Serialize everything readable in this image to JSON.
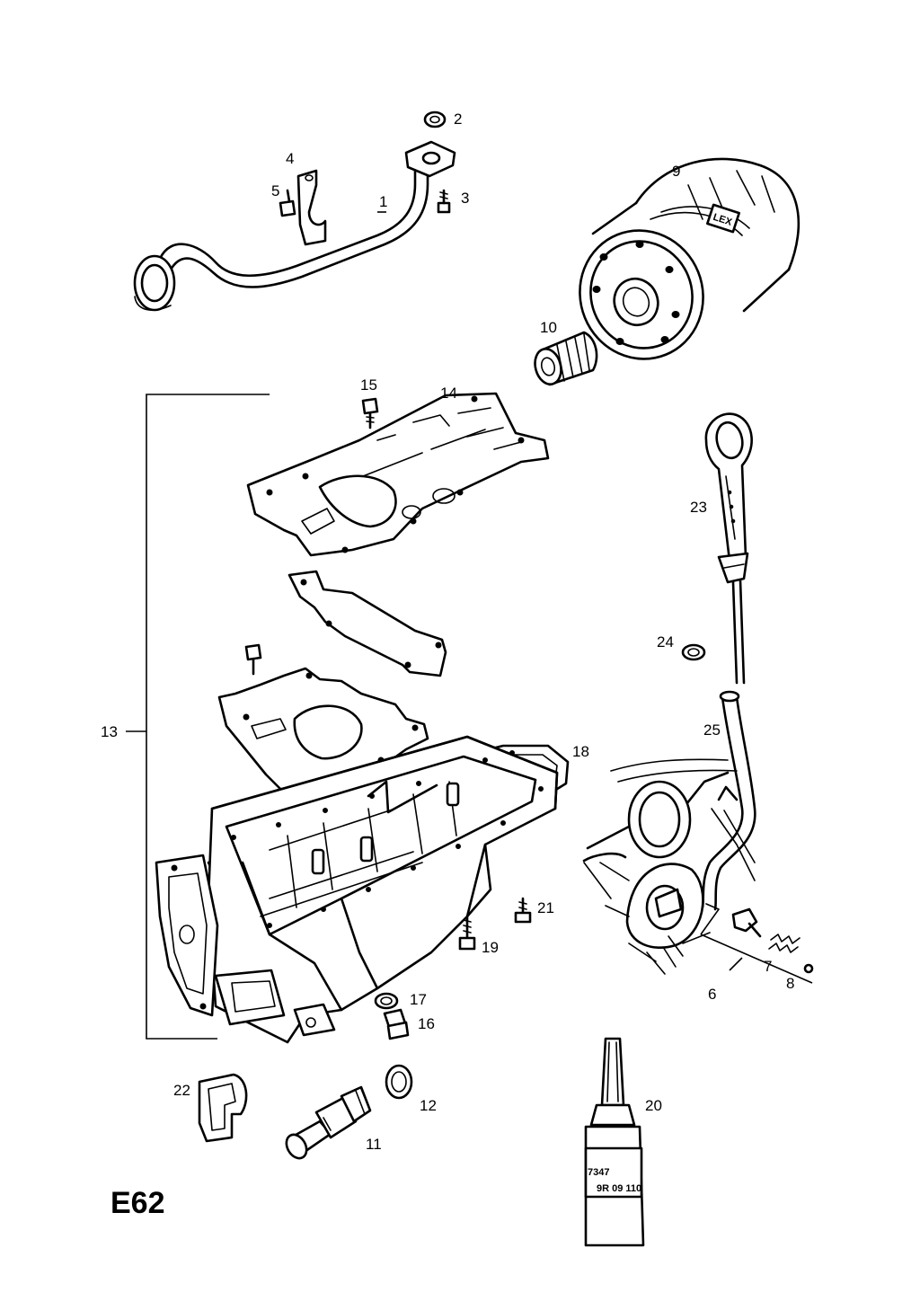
{
  "diagram_code": "E62",
  "callouts": [
    {
      "id": "1",
      "label": "1"
    },
    {
      "id": "2",
      "label": "2"
    },
    {
      "id": "3",
      "label": "3"
    },
    {
      "id": "4",
      "label": "4"
    },
    {
      "id": "5",
      "label": "5"
    },
    {
      "id": "6",
      "label": "6"
    },
    {
      "id": "7",
      "label": "7"
    },
    {
      "id": "8",
      "label": "8"
    },
    {
      "id": "9",
      "label": "9"
    },
    {
      "id": "10",
      "label": "10"
    },
    {
      "id": "11",
      "label": "11"
    },
    {
      "id": "12",
      "label": "12"
    },
    {
      "id": "13",
      "label": "13"
    },
    {
      "id": "14",
      "label": "14"
    },
    {
      "id": "15",
      "label": "15"
    },
    {
      "id": "16",
      "label": "16"
    },
    {
      "id": "17",
      "label": "17"
    },
    {
      "id": "18",
      "label": "18"
    },
    {
      "id": "19",
      "label": "19"
    },
    {
      "id": "20",
      "label": "20"
    },
    {
      "id": "21",
      "label": "21"
    },
    {
      "id": "22",
      "label": "22"
    },
    {
      "id": "23",
      "label": "23"
    },
    {
      "id": "24",
      "label": "24"
    },
    {
      "id": "25",
      "label": "25"
    }
  ],
  "bottle_label": {
    "number": "7347",
    "code": "9R 09 110"
  },
  "filter_brand": "LEX"
}
